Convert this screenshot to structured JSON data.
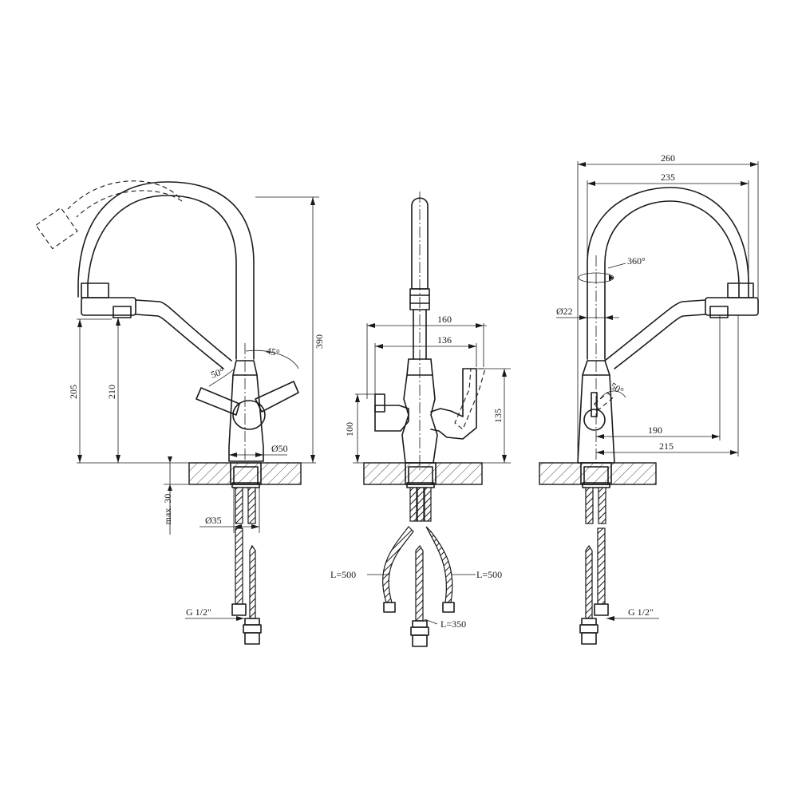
{
  "colors": {
    "ink": "#1a1a1a",
    "paper": "#ffffff"
  },
  "side_view": {
    "height_total": "390",
    "height_outlet": "210",
    "height_dim2": "205",
    "angle_spout": "45°",
    "angle_lever": "50°",
    "base_diameter": "Ø50",
    "hole_diameter": "Ø35",
    "max_thickness": "max. 30",
    "thread": "G 1/2\""
  },
  "front_view": {
    "width_outer": "160",
    "width_inner": "136",
    "height_left": "100",
    "height_right": "135",
    "hose_left": "L=500",
    "hose_right": "L=500",
    "hose_center": "L=350"
  },
  "rear_view": {
    "width_outer": "260",
    "width_inner": "235",
    "rotation": "360°",
    "spout_diameter": "Ø22",
    "angle_lever": "50°",
    "reach_1": "190",
    "reach_2": "215",
    "thread": "G 1/2\""
  }
}
